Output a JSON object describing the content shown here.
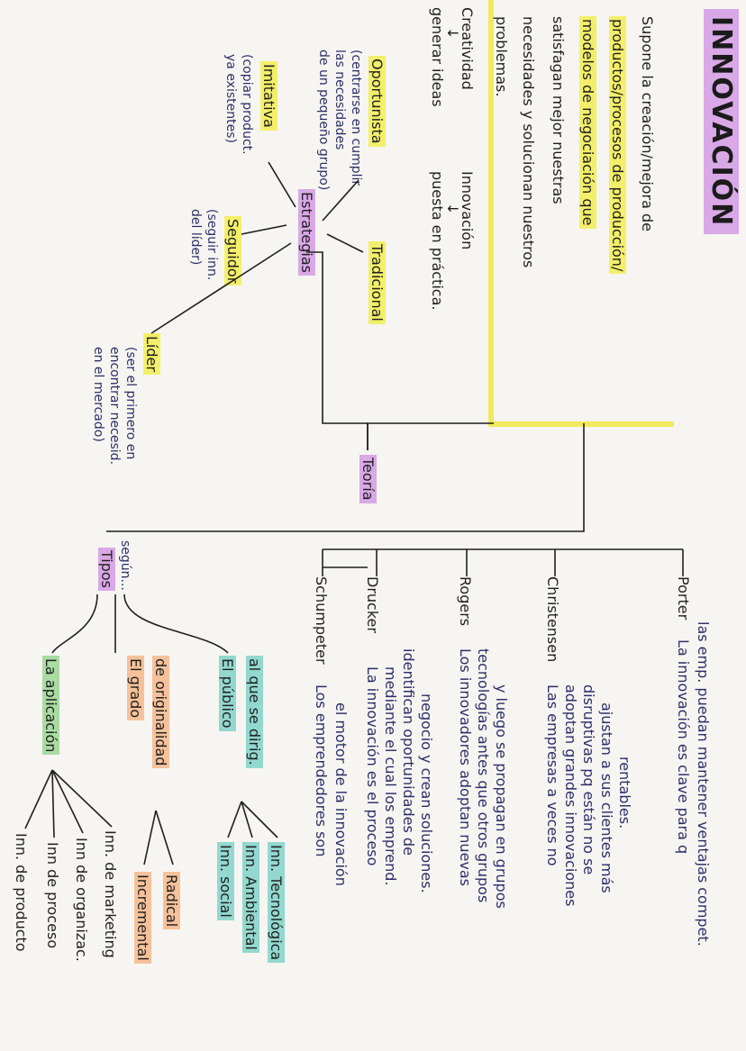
{
  "title": "INNOVACIÓN",
  "definition": [
    "Supone la creación/mejora de",
    "productos/procesos de producción/",
    "modelos de negociación que",
    "satisfagan mejor nuestras",
    "necesidades y solucionan nuestros",
    "problemas."
  ],
  "creatividad": {
    "label": "Creatividad",
    "desc": "generar ideas"
  },
  "innovacion": {
    "label": "Innovación",
    "desc": "puesta en práctica."
  },
  "estrategias": {
    "label": "Estrategias",
    "oportunista": "Oportunista",
    "oportunista_desc": [
      "(centrarse en cumplir",
      "las necesidades",
      "de un pequeño grupo)"
    ],
    "tradicional": "Tradicional",
    "imitativa": "Imitativa",
    "imitativa_desc": [
      "(copiar product.",
      "ya existentes)"
    ],
    "seguidor": "Seguidor",
    "seguidor_desc": [
      "(seguir inn.",
      "del líder)"
    ],
    "lider": "Líder",
    "lider_desc": [
      "(ser el primero en",
      "encontrar necesid.",
      "en el mercado)"
    ]
  },
  "tipos": {
    "label": "Tipos",
    "segun": "según...",
    "aplicacion": "La aplicación",
    "aplicacion_items": [
      "Inn. de producto",
      "Inn de proceso",
      "Inn de organizac.",
      "Inn. de marketing"
    ],
    "grado": [
      "El grado",
      "de originalidad"
    ],
    "grado_items": [
      "Incremental",
      "Radical"
    ],
    "publico": [
      "El público",
      "al que se dirig."
    ],
    "publico_items": [
      "Inn. social",
      "Inn. Ambiental",
      "Inn. Tecnológica"
    ]
  },
  "teoria": {
    "label": "Teoría",
    "authors": [
      {
        "name": "Schumpeter",
        "text": [
          "Los emprendedores son",
          "el motor de la innovación"
        ]
      },
      {
        "name": "Drucker",
        "text": [
          "La innovación es el proceso",
          "mediante el cual los emprend.",
          "identifican oportunidades de",
          "negocio y crean soluciones."
        ]
      },
      {
        "name": "Rogers",
        "text": [
          "Los innovadores adoptan nuevas",
          "tecnologías antes que otros grupos",
          "y luego se propagan en grupos"
        ]
      },
      {
        "name": "Christensen",
        "text": [
          "Las empresas a veces no",
          "adoptan grandes innovaciones",
          "disruptivas pq están no se",
          "ajustan a sus clientes más",
          "rentables."
        ]
      },
      {
        "name": "Porter",
        "text": [
          "La innovación es clave para q",
          "las emp. puedan mantener ventajas compet."
        ]
      }
    ]
  }
}
